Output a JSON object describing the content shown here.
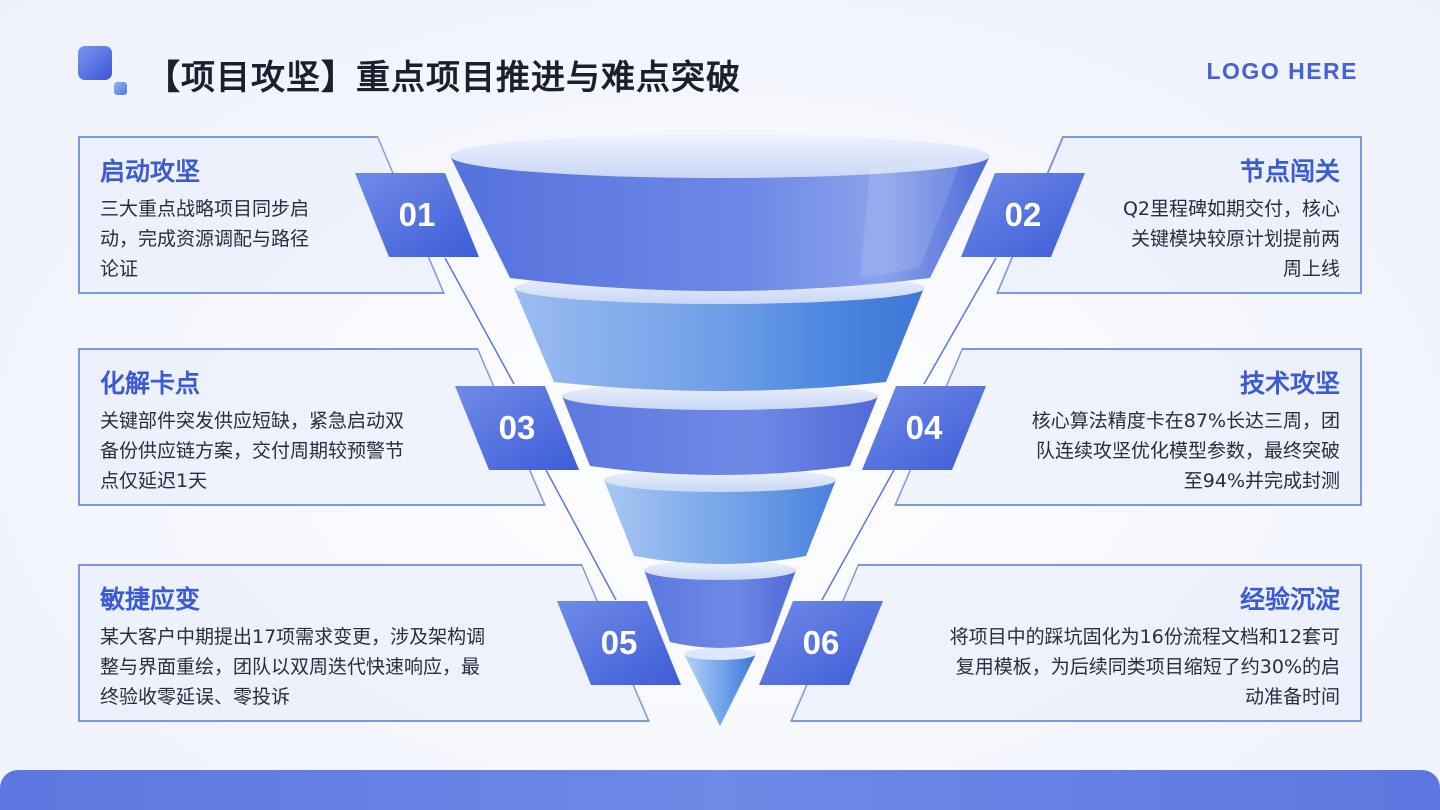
{
  "header": {
    "title": "【项目攻坚】重点项目推进与难点突破",
    "logo_text": "LOGO HERE"
  },
  "items": [
    {
      "number": "01",
      "title": "启动攻坚",
      "lines": [
        "三大重点战略项目同步启",
        "动，完成资源调配与路径",
        "论证"
      ]
    },
    {
      "number": "02",
      "title": "节点闯关",
      "lines": [
        "Q2里程碑如期交付，核心",
        "关键模块较原计划提前两",
        "周上线"
      ]
    },
    {
      "number": "03",
      "title": "化解卡点",
      "lines": [
        "关键部件突发供应短缺，紧急启动双",
        "备份供应链方案，交付周期较预警节",
        "点仅延迟1天"
      ]
    },
    {
      "number": "04",
      "title": "技术攻坚",
      "lines": [
        "核心算法精度卡在87%长达三周，团",
        "队连续攻坚优化模型参数，最终突破",
        "至94%并完成封测"
      ]
    },
    {
      "number": "05",
      "title": "敏捷应变",
      "lines": [
        "某大客户中期提出17项需求变更，涉及架构调",
        "整与界面重绘，团队以双周迭代快速响应，最",
        "终验收零延误、零投诉"
      ]
    },
    {
      "number": "06",
      "title": "经验沉淀",
      "lines": [
        "将项目中的踩坑固化为16份流程文档和12套可",
        "复用模板，为后续同类项目缩短了约30%的启",
        "动准备时间"
      ]
    }
  ],
  "colors": {
    "accent": "#3a5ad6",
    "frame": "#7d96e6",
    "funnel_dark": "#4a6ee0",
    "funnel_light": "#a9c6f3"
  },
  "icons": {
    "logo_mark": "square-logo-icon"
  }
}
